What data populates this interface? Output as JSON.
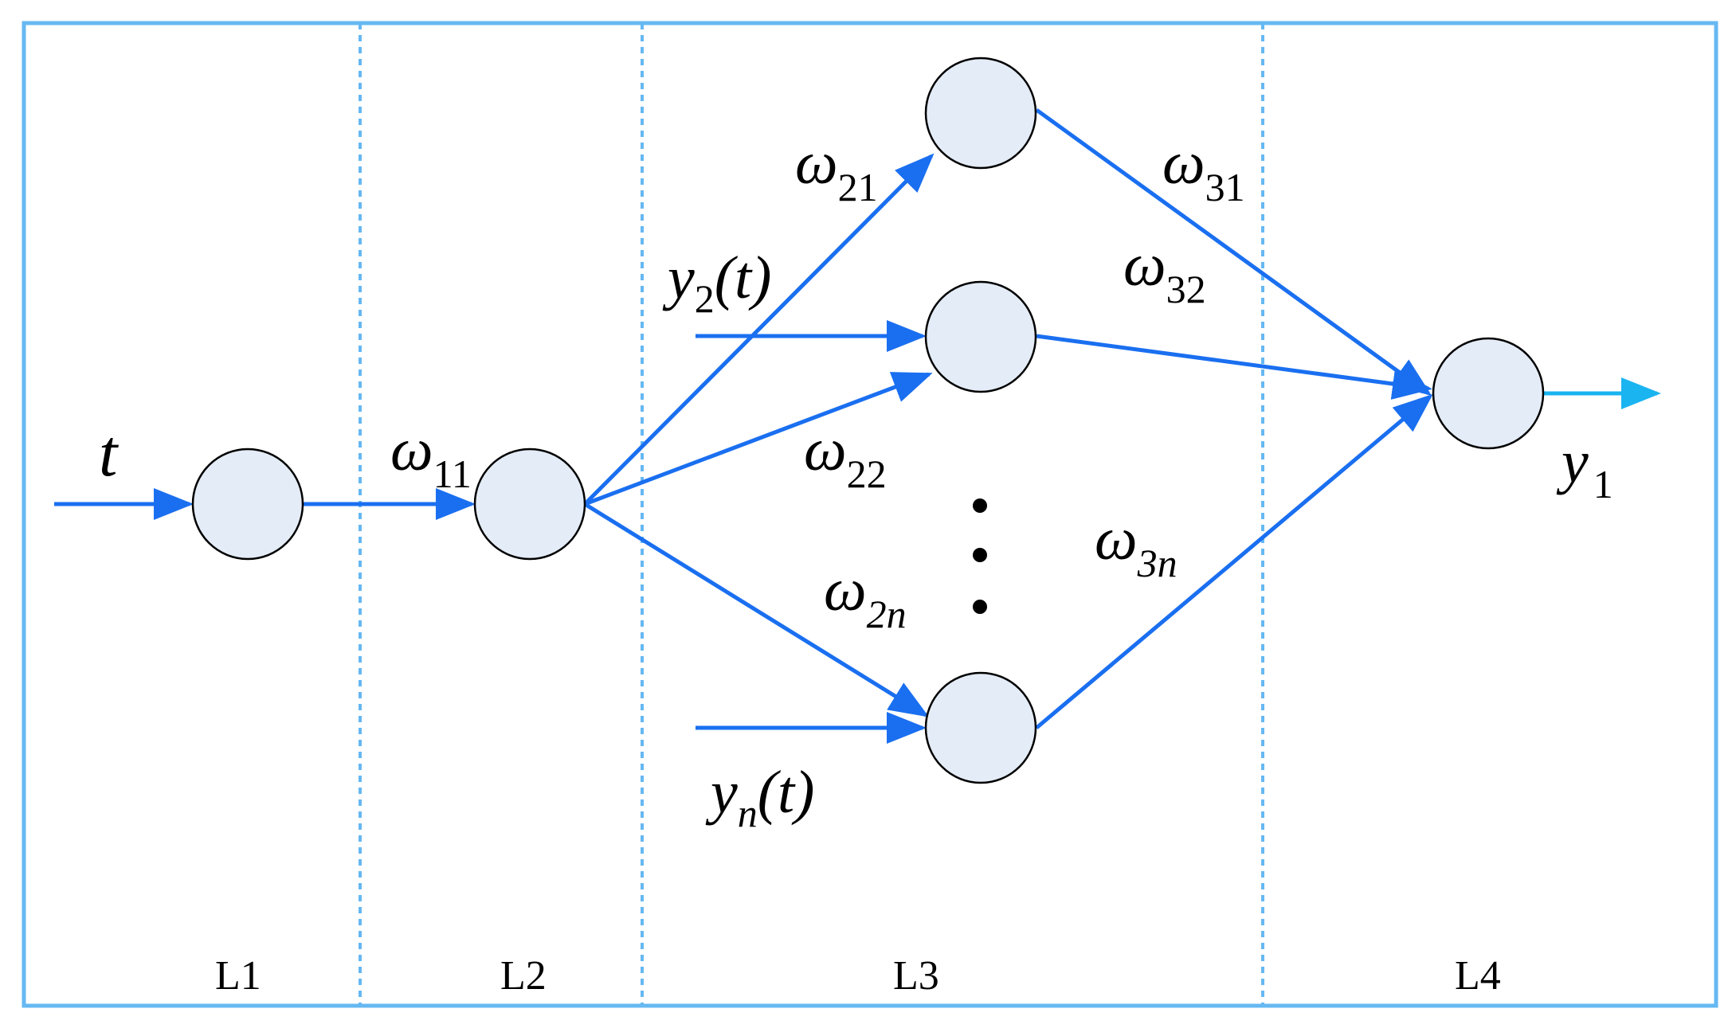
{
  "diagram": {
    "colors": {
      "frame": "#66b8f2",
      "divider": "#66b8f2",
      "arrow": "#1a6ff0",
      "output_arrow": "#1ab4f0",
      "node_fill": "#e4ecf7",
      "node_stroke": "#000000"
    },
    "layers": [
      "L1",
      "L2",
      "L3",
      "L4"
    ],
    "input_label": {
      "symbol": "t"
    },
    "weights": {
      "w11": {
        "symbol": "ω",
        "subscript": "11"
      },
      "w21": {
        "symbol": "ω",
        "subscript": "21"
      },
      "w22": {
        "symbol": "ω",
        "subscript": "22"
      },
      "w2n": {
        "symbol": "ω",
        "subscript": "2n"
      },
      "w31": {
        "symbol": "ω",
        "subscript": "31"
      },
      "w32": {
        "symbol": "ω",
        "subscript": "32"
      },
      "w3n": {
        "symbol": "ω",
        "subscript": "3n"
      }
    },
    "extra_inputs": {
      "y2": {
        "symbol": "y",
        "subscript": "2",
        "argument": "(t)"
      },
      "yn": {
        "symbol": "y",
        "subscript": "n",
        "argument": "(t)"
      }
    },
    "output_label": {
      "symbol": "y",
      "subscript": "1"
    }
  }
}
